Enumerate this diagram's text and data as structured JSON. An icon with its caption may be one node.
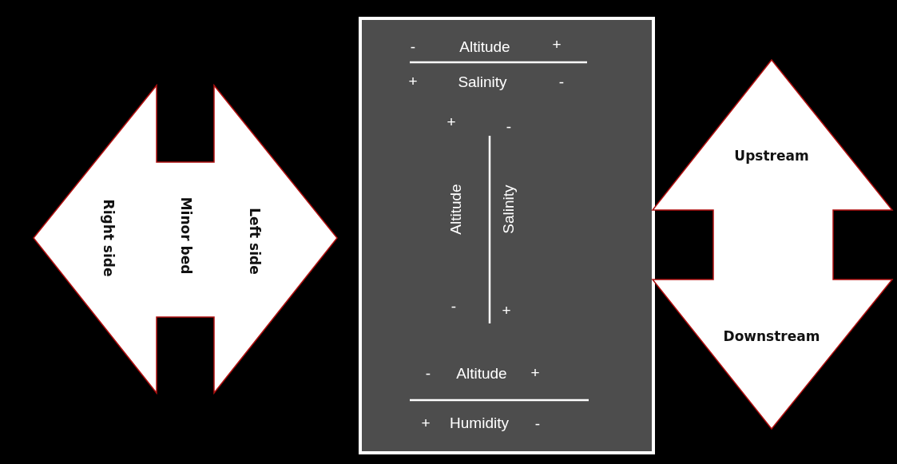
{
  "diagram": {
    "nodes": [
      {
        "text": [
          "Right side",
          "Minor bed",
          "Left side"
        ]
      },
      {
        "text": [
          "-",
          "Altitude",
          "+",
          "+",
          "Salinity",
          "-",
          "+",
          "-",
          "Altitude",
          "Salinity",
          "-",
          "+",
          "-",
          "Altitude",
          "+",
          "+",
          "Humidity",
          "-"
        ]
      },
      {
        "text": [
          "Upstream",
          "Downstream"
        ]
      }
    ]
  }
}
